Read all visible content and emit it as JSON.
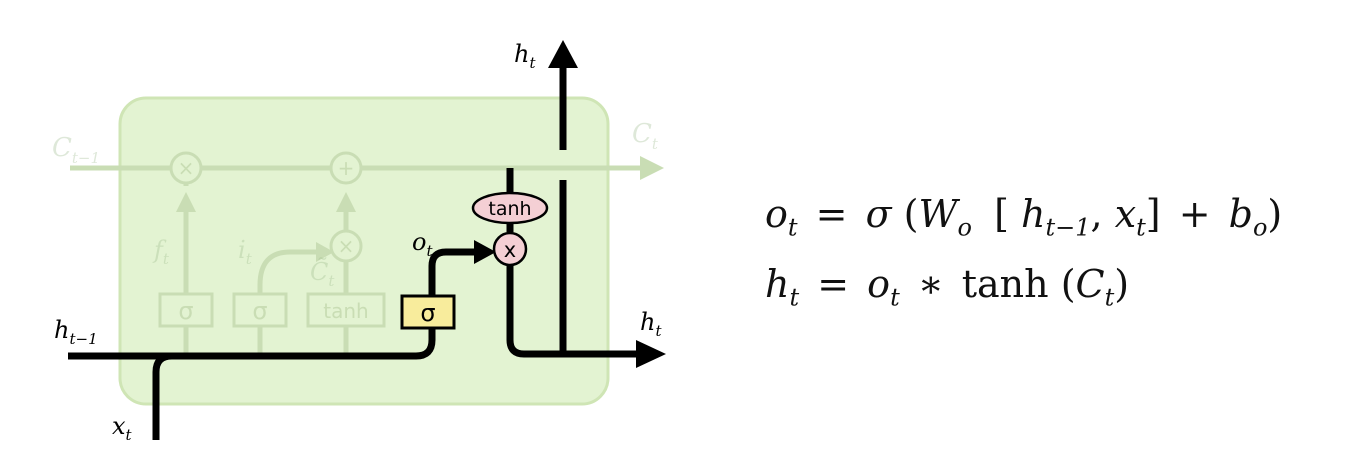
{
  "labels": {
    "h_t_top": {
      "base": "h",
      "sub": "t"
    },
    "c_prev": {
      "base": "C",
      "sub": "t−1"
    },
    "c_t": {
      "base": "C",
      "sub": "t"
    },
    "f_t": {
      "base": "f",
      "sub": "t"
    },
    "i_t": {
      "base": "i",
      "sub": "t"
    },
    "c_tilde": {
      "base": "C̃",
      "sub": "t"
    },
    "o_t": {
      "base": "o",
      "sub": "t"
    },
    "h_prev": {
      "base": "h",
      "sub": "t−1"
    },
    "h_t_right": {
      "base": "h",
      "sub": "t"
    },
    "x_t": {
      "base": "x",
      "sub": "t"
    }
  },
  "gates": {
    "times_symbol": "×",
    "plus_symbol": "+",
    "sigma": "σ",
    "tanh": "tanh",
    "output_times": "x"
  },
  "equations": {
    "line1": {
      "o": "o",
      "o_sub": "t",
      "eq": "=",
      "sigma": "σ",
      "lparen": "(",
      "W": "W",
      "W_sub": "o",
      "lbracket": "[",
      "h": "h",
      "h_sub": "t−1",
      "comma": ",",
      "x": "x",
      "x_sub": "t",
      "rbracket": "]",
      "plus": "+",
      "b": "b",
      "b_sub": "o",
      "rparen": ")"
    },
    "line2": {
      "h": "h",
      "h_sub": "t",
      "eq": "=",
      "o": "o",
      "o_sub": "t",
      "star": "∗",
      "tanh": "tanh",
      "lparen": "(",
      "C": "C",
      "C_sub": "t",
      "rparen": ")"
    }
  },
  "colors": {
    "cell_fill": "#e3f3d2",
    "cell_border": "#cfe5b5",
    "faded_line": "#c9ddb4",
    "sigma_fill": "#f8ec9c",
    "pink_fill": "#f4cfd4",
    "line": "#000000"
  }
}
